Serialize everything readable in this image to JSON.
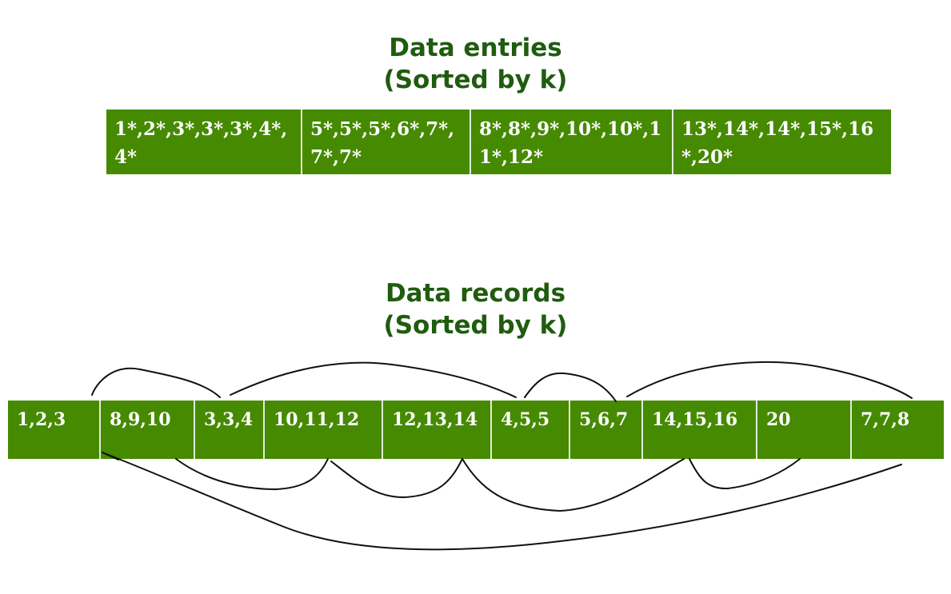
{
  "entries_section": {
    "title_line1": "Data entries",
    "title_line2": "(Sorted by k)",
    "cells": [
      "1*,2*,3*,3*,3*,4*,4*",
      "5*,5*,5*,6*,7*,7*,7*",
      "8*,8*,9*,10*,10*,11*,12*",
      "13*,14*,14*,15*,16*,20*"
    ]
  },
  "records_section": {
    "title_line1": "Data records",
    "title_line2": "(Sorted by k)",
    "cells": [
      "1,2,3",
      "8,9,10",
      "3,3,4",
      "10,11,12",
      "12,13,14",
      "4,5,5",
      "5,6,7",
      "14,15,16",
      "20",
      "7,7,8"
    ]
  },
  "colors": {
    "title": "#1f5c0f",
    "block_fill": "#458a00",
    "block_divider": "#e3ebd6",
    "block_text": "#ffffff",
    "arrow": "#111111"
  }
}
